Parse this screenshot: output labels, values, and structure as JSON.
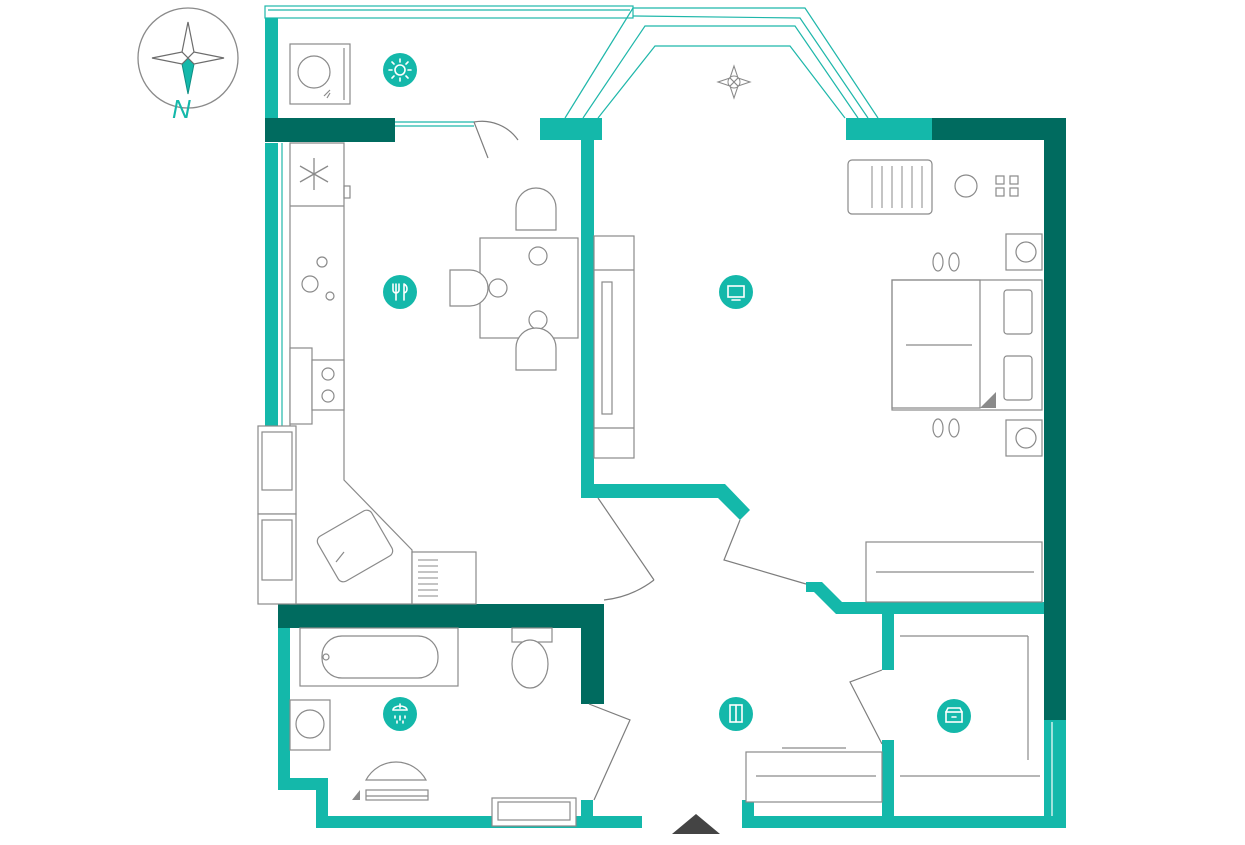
{
  "compass": {
    "north_label": "N"
  },
  "colors": {
    "wall_light": "#14b8aa",
    "wall_dark": "#006b5f",
    "furniture_stroke": "#8a8a8a",
    "entrance_marker": "#444444"
  },
  "rooms": [
    {
      "id": "loggia",
      "icon": "sun-icon"
    },
    {
      "id": "kitchen",
      "icon": "fork-knife-icon"
    },
    {
      "id": "living-bedroom",
      "icon": "tv-icon"
    },
    {
      "id": "bathroom",
      "icon": "shower-icon"
    },
    {
      "id": "hallway",
      "icon": "wardrobe-icon"
    },
    {
      "id": "dressing-room",
      "icon": "chest-icon"
    },
    {
      "id": "balcony",
      "icon": "compass-rose-icon"
    }
  ]
}
